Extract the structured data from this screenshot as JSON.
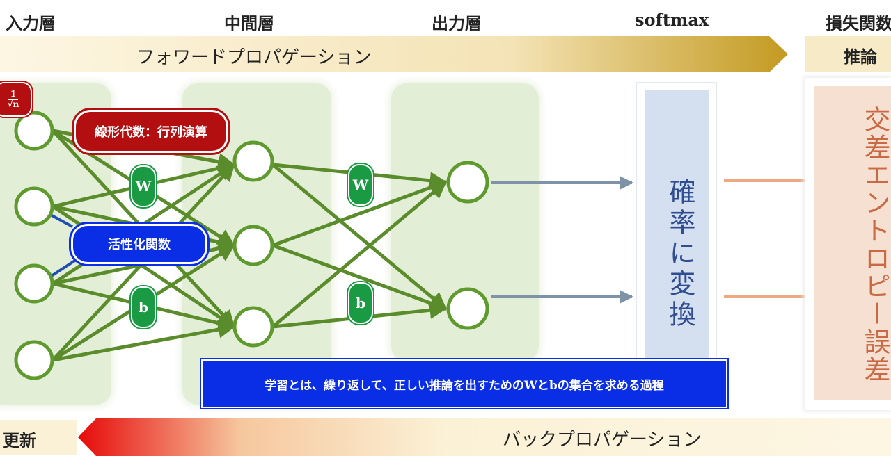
{
  "header": {
    "input_layer": "入力層",
    "hidden_layer": "中間層",
    "output_layer": "出力層",
    "softmax": "softmax",
    "loss_function": "損失関数"
  },
  "forward_band": {
    "label": "フォワードプロパゲーション",
    "inference": "推論"
  },
  "backward_band": {
    "label": "バックプロパゲーション",
    "update": "更新"
  },
  "badges": {
    "init_scale_numerator": "1",
    "init_scale_denominator": "√n",
    "linear_algebra": "線形代数：行列演算",
    "activation": "活性化関数",
    "weight_1": "W",
    "bias_1": "b",
    "weight_2": "W",
    "bias_2": "b"
  },
  "softmax_panel": "確率に変換",
  "loss_panel": "交差エントロピー誤差",
  "learning_note": "学習とは、繰り返して、正しい推論を出すためのWとbの集合を求める過程",
  "colors": {
    "node_border": "#5f9a2e",
    "edge": "#5b8c2c",
    "layer_bg": "#e3eed7",
    "red_badge": "#b30f10",
    "blue_badge": "#0a2ee6",
    "green_badge": "#1a9a43",
    "softmax_panel": "#d4dff0",
    "loss_panel": "#f6e0d2",
    "note_box": "#0a2ee6"
  }
}
